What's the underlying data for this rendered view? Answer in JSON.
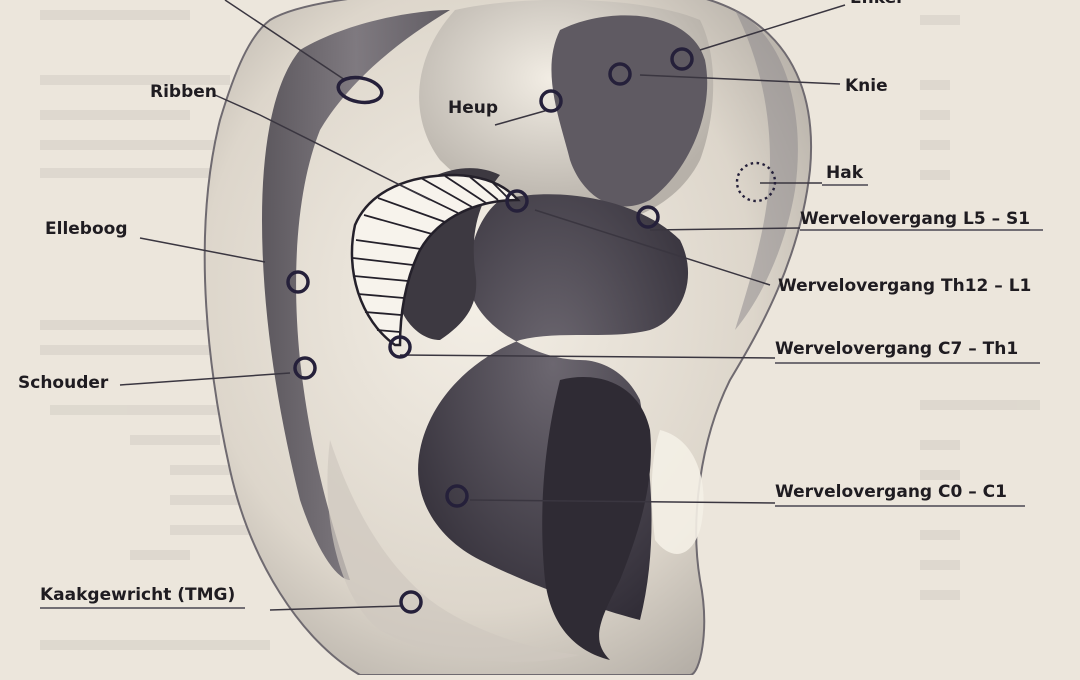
{
  "diagram": {
    "labels": {
      "enkel": "Enkel",
      "knie": "Knie",
      "ribben": "Ribben",
      "heup": "Heup",
      "hak": "Hak",
      "elleboog": "Elleboog",
      "l5_s1": "Wervelovergang L5 – S1",
      "th12_l1": "Wervelovergang Th12 – L1",
      "c7_th1": "Wervelovergang C7 – Th1",
      "schouder": "Schouder",
      "c0_c1": "Wervelovergang C0 – C1",
      "tmg": "Kaakgewricht (TMG)"
    }
  },
  "colors": {
    "paper": "#ece6dc",
    "ear_light": "#efe9df",
    "ear_shadow": "#5e5962",
    "ear_dark": "#34303a",
    "ink": "#25203a"
  }
}
